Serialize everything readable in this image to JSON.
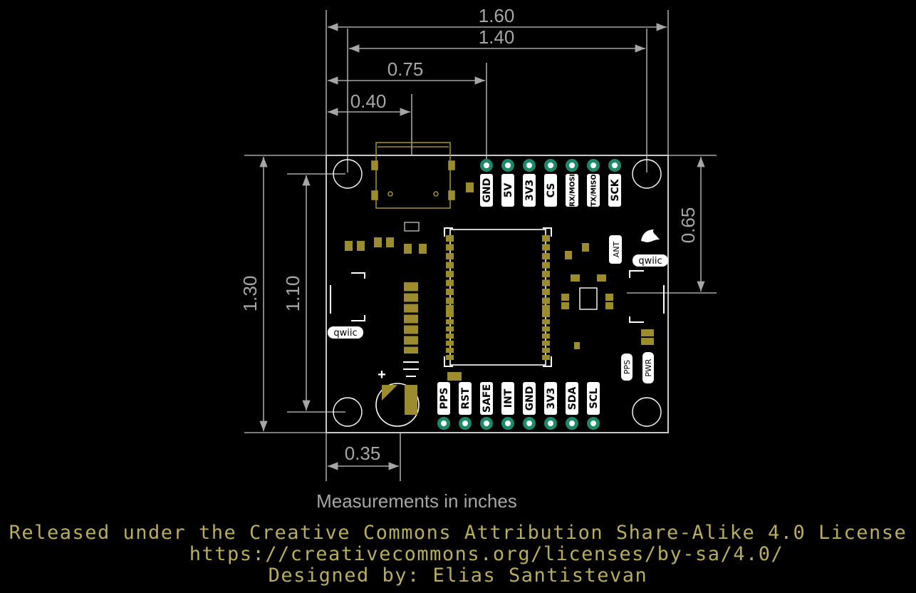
{
  "dimensions": {
    "total_width": "1.60",
    "mount_hole_span": "1.40",
    "header_offset": "0.75",
    "connector_offset": "0.40",
    "total_height": "1.30",
    "mount_hole_height": "1.10",
    "right_offset": "0.65",
    "bottom_offset": "0.35"
  },
  "top_pins": [
    "GND",
    "5V",
    "3V3",
    "CS",
    "RX/MOSI",
    "TX/MISO",
    "SCK"
  ],
  "bottom_pins": [
    "PPS",
    "RST",
    "SAFE",
    "INT",
    "GND",
    "3V3",
    "SDA",
    "SCL"
  ],
  "silkscreen": {
    "ant": "ANT",
    "qwiic_left": "qwiic",
    "qwiic_right": "qwiic",
    "pps_led": "PPS",
    "pwr_led": "PWR",
    "plus": "+"
  },
  "measurements_note": "Measurements in inches",
  "footer": {
    "license": "Released under the Creative Commons Attribution Share-Alike 4.0 License",
    "url": "https://creativecommons.org/licenses/by-sa/4.0/",
    "designer": "Designed by: Elias Santistevan"
  },
  "colors": {
    "background": "#000000",
    "dimension_lines": "#a6a6a6",
    "pad_gold": "#9c8c2e",
    "pad_via_green": "#1c8a6a",
    "silkscreen": "#ffffff",
    "footer_text": "#b8ad5e"
  }
}
